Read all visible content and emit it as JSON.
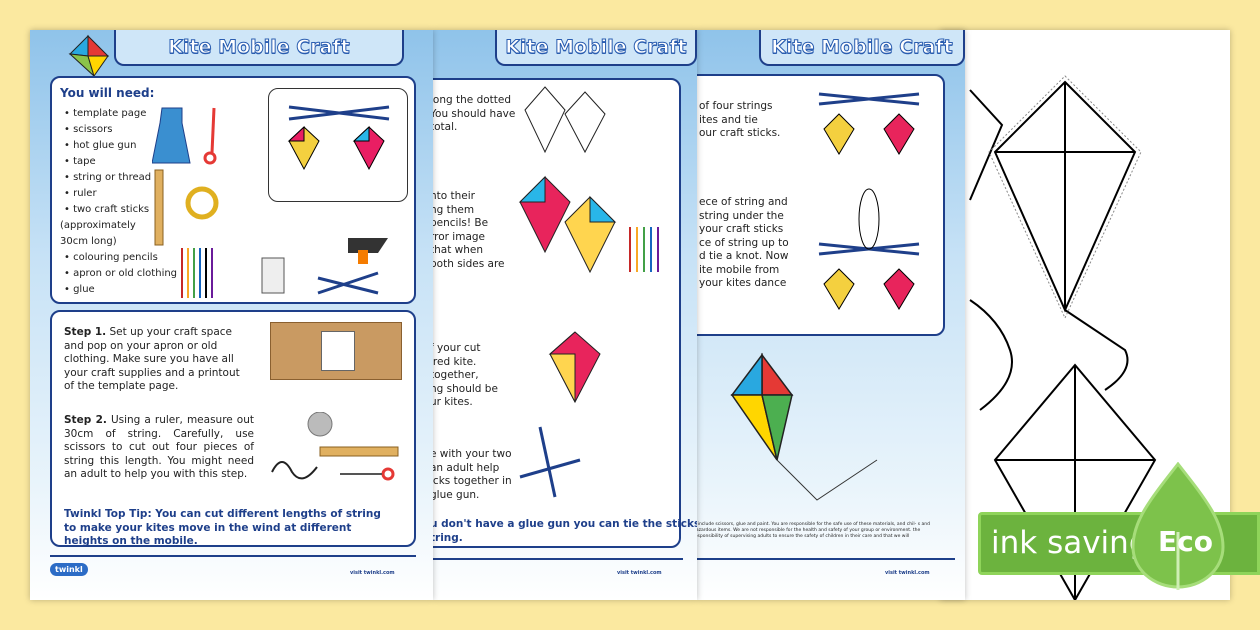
{
  "pages": [
    {
      "title": "Kite Mobile Craft",
      "needs_heading": "You will need:",
      "needs": [
        "• template page",
        "• scissors",
        "• hot glue gun",
        "• tape",
        "• string or thread",
        "• ruler",
        "• two craft sticks",
        "(approximately",
        "30cm long)",
        "• colouring pencils",
        "• apron or old clothing",
        "• glue"
      ],
      "step1_label": "Step 1.",
      "step1_text": " Set up your craft space and pop on your apron or old clothing. Make sure you have all your craft supplies and a printout of the template page.",
      "step2_label": "Step 2.",
      "step2_text": " Using a ruler, measure out 30cm of string. Carefully, use scissors to cut out four pieces of string this length. You might need an adult to help you with this step.",
      "tip": "Twinkl Top Tip: You can cut different lengths of string to make your kites move in the wind at different heights on the mobile.",
      "logo": "twinkl",
      "visit": "visit twinkl.com"
    },
    {
      "title": "Kite Mobile Craft",
      "fragments": [
        "long the dotted\nYou should have\ntotal.",
        "nto their\nng them\npencils! Be\nrror image\nthat when\nboth sides are",
        "f your cut\nired kite.\ntogether,\nng should be\nur kites.",
        "e with your two\nan adult help\nicks together in\nglue gun."
      ],
      "tip_fragment": "u don't have a glue gun you can tie the sticks\ntring.",
      "visit": "visit twinkl.com"
    },
    {
      "title": "Kite Mobile Craft",
      "fragments": [
        "of four strings\nites and tie\nour craft sticks.",
        "ece of string and\nstring under the\nyour craft sticks\nce of string up to\nd tie a knot. Now\nite mobile from\nyour kites dance"
      ],
      "disclaimer": "ft include scissors, glue and paint. You are responsible for the safe use of these materials, and chil- s and hazardous items. We are not responsible for the health and safety of your group or environment. the responsibility of supervising adults to ensure the safety of children in their care and that we will",
      "visit": "visit twinkl.com"
    }
  ],
  "badge": {
    "label": "ink saving",
    "tag": "Eco",
    "color": "#6cb33e"
  },
  "colors": {
    "background": "#fbe9a0",
    "navy": "#1e3f8a",
    "sky": "#8fc3ea"
  }
}
